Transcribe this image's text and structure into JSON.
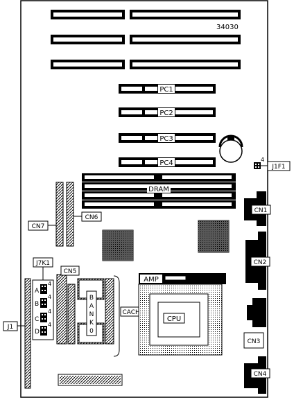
{
  "board": {
    "part_number": "34030",
    "isa_slots": [
      "",
      "",
      ""
    ],
    "pci_slots": [
      "PC1",
      "PC2",
      "PC3",
      "PC4"
    ],
    "jumpers": {
      "j1f1": "J1F1",
      "j1f1_pin": "4",
      "j7k1": "J7K1",
      "j7k1_rows": [
        {
          "letter": "A",
          "pin": "4"
        },
        {
          "letter": "B",
          "pin": "4"
        },
        {
          "letter": "C",
          "pin": "4"
        },
        {
          "letter": "D",
          "pin": "4"
        }
      ],
      "j1": "J1"
    },
    "memory": {
      "dram_label": "DRAM",
      "bank_label": [
        "B",
        "A",
        "N",
        "K",
        "0"
      ]
    },
    "connectors": {
      "cn1": "CN1",
      "cn2": "CN2",
      "cn3": "CN3",
      "cn4": "CN4",
      "cn5": "CN5",
      "cn6": "CN6",
      "cn7": "CN7"
    },
    "cache_label": "CACHE",
    "cpu_label": "CPU",
    "socket_brand": "AMP"
  }
}
